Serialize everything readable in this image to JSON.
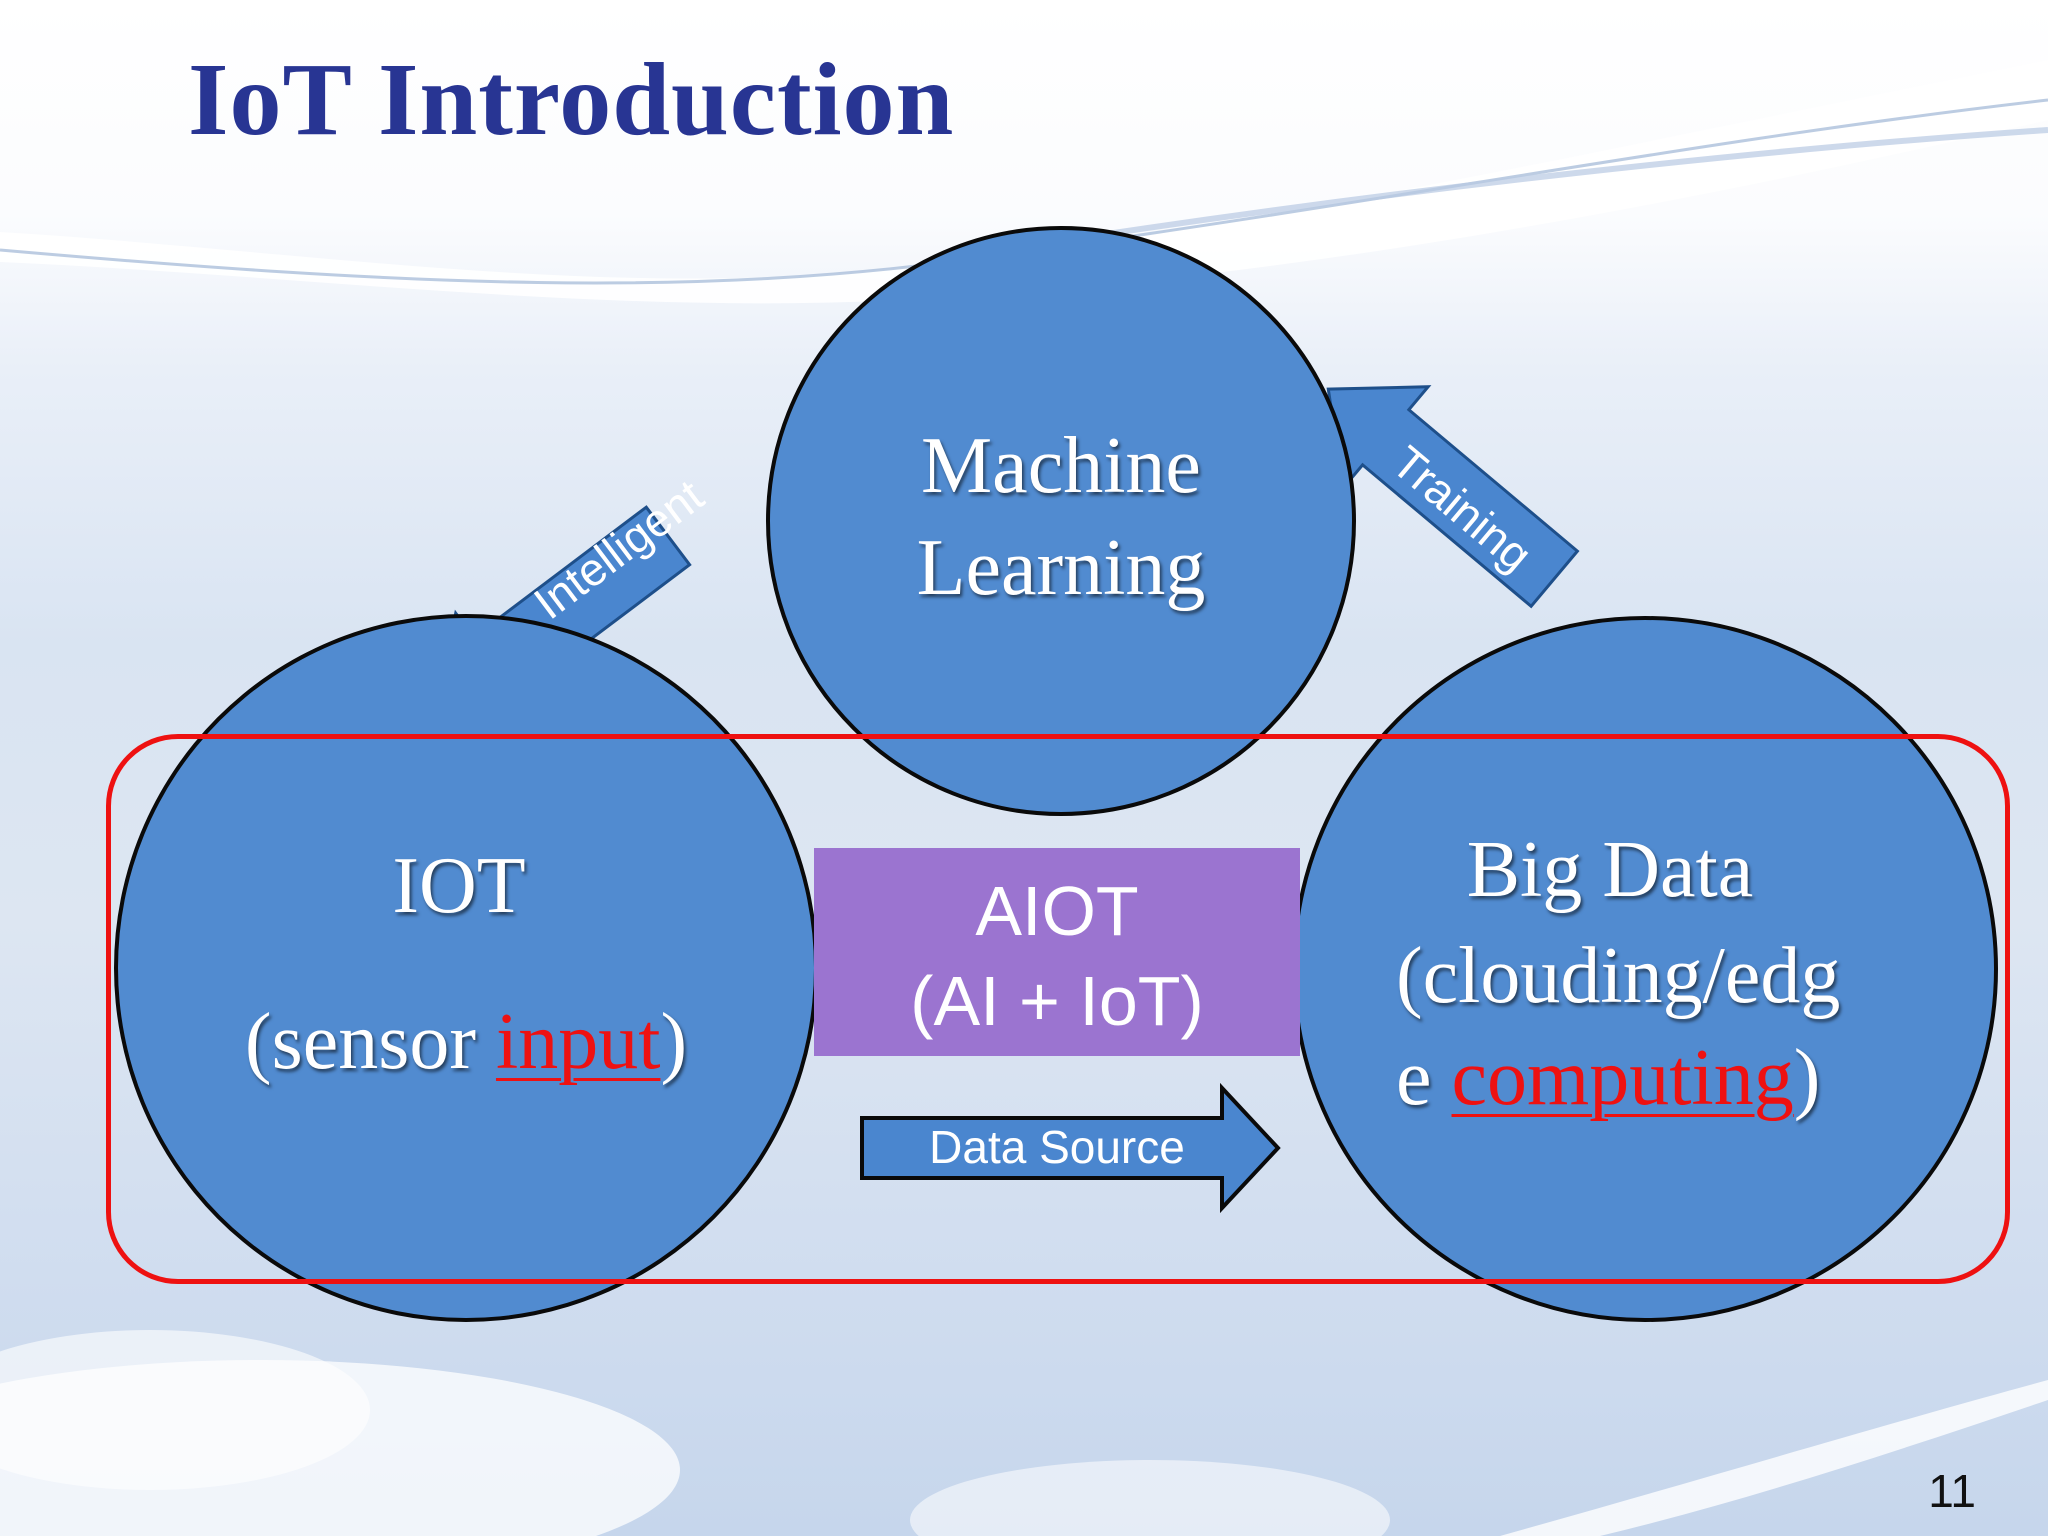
{
  "slide": {
    "title": "IoT Introduction",
    "page_number": "11"
  },
  "nodes": {
    "machine_learning": {
      "line1": "Machine",
      "line2": "Learning"
    },
    "iot": {
      "line1": "IOT",
      "line2_pre": "(sensor ",
      "line2_highlight": "input",
      "line2_post": ")"
    },
    "big_data": {
      "line1": "Big Data",
      "line2": "(clouding/edg",
      "line3_pre": "e ",
      "line3_highlight": "computing",
      "line3_post": ")"
    }
  },
  "center": {
    "line1": "AIOT",
    "line2": "(AI + IoT)"
  },
  "arrows": {
    "intelligent": "Intelligent",
    "training": "Training",
    "data_source": "Data Source"
  },
  "colors": {
    "circle_fill": "#518bd0",
    "aiot_fill": "#9b74d0",
    "highlight": "#ee1111",
    "title": "#283593"
  }
}
